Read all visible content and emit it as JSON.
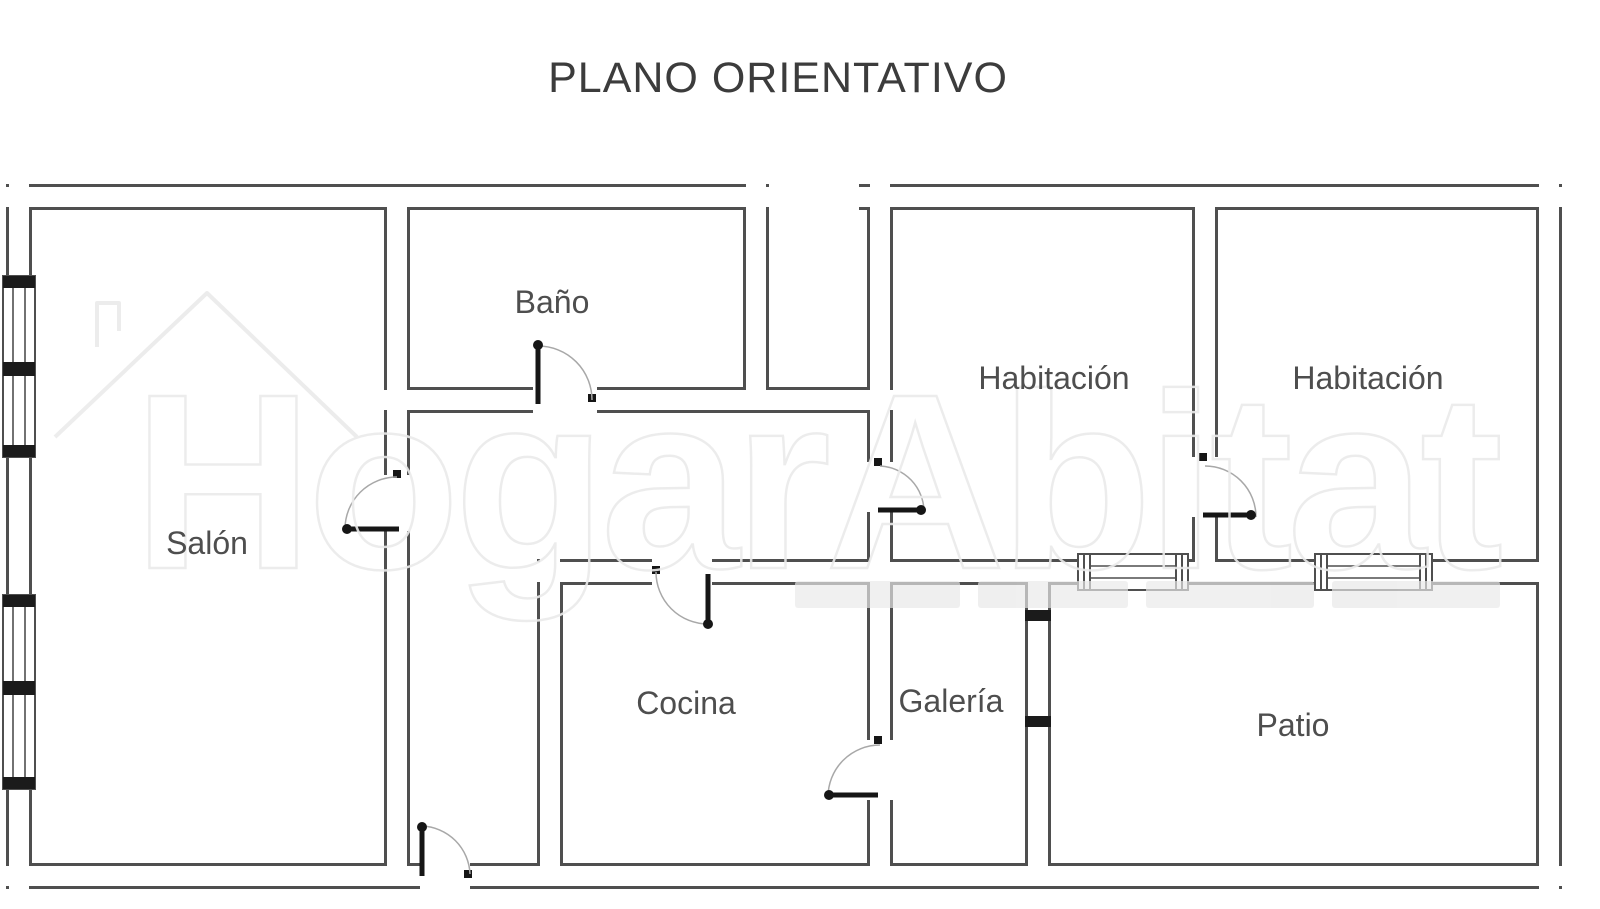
{
  "title": "PLANO ORIENTATIVO",
  "rooms": [
    {
      "name": "Salón"
    },
    {
      "name": "Baño"
    },
    {
      "name": "Habitación"
    },
    {
      "name": "Habitación"
    },
    {
      "name": "Cocina"
    },
    {
      "name": "Galería"
    },
    {
      "name": "Patio"
    }
  ],
  "watermark": {
    "brand": "HogarAbitat"
  },
  "colors": {
    "wall": "#4f4f4f",
    "label": "#4e4e4e",
    "title": "#3c3c3c",
    "door": "#161616",
    "arc": "#a8a8a8",
    "watermark": "#ebebeb",
    "background": "#ffffff"
  }
}
